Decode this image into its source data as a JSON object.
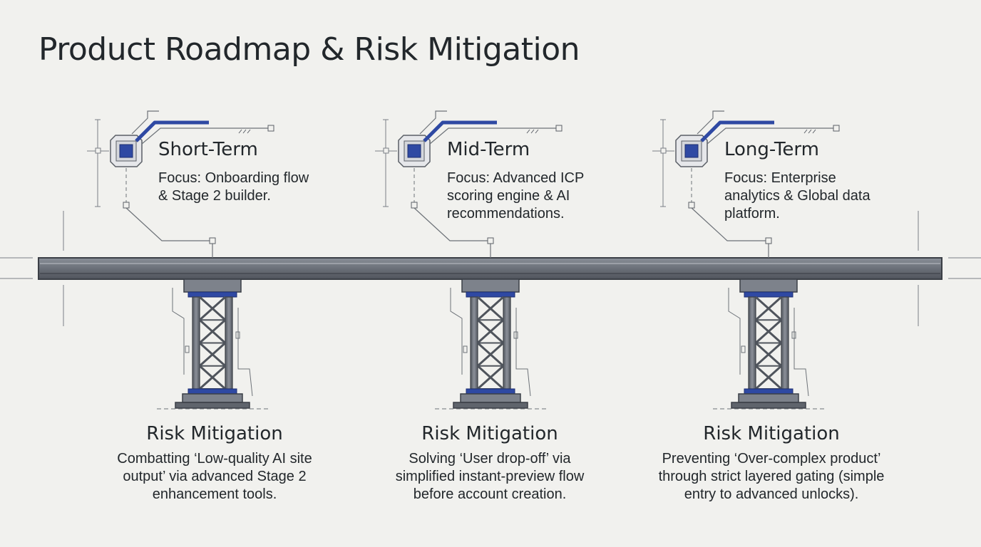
{
  "title": "Product Roadmap & Risk Mitigation",
  "colors": {
    "background": "#f1f1ee",
    "steel": "#6b7079",
    "steel_dark": "#3b3f46",
    "accent_blue": "#2f49a3",
    "text": "#22272b"
  },
  "phases": [
    {
      "title": "Short-Term",
      "focus_lines": [
        "Focus: Onboarding flow",
        "& Stage 2 builder."
      ],
      "risk_title": "Risk Mitigation",
      "risk_lines": [
        "Combatting ‘Low-quality AI site",
        "output’ via advanced Stage 2",
        "enhancement tools."
      ]
    },
    {
      "title": "Mid-Term",
      "focus_lines": [
        "Focus: Advanced ICP",
        "scoring engine & AI",
        "recommendations."
      ],
      "risk_title": "Risk Mitigation",
      "risk_lines": [
        "Solving ‘User drop-off’ via",
        "simplified instant-preview flow",
        "before account creation."
      ]
    },
    {
      "title": "Long-Term",
      "focus_lines": [
        "Focus: Enterprise",
        "analytics & Global data",
        "platform."
      ],
      "risk_title": "Risk Mitigation",
      "risk_lines": [
        "Preventing ‘Over-complex product’",
        "through strict layered gating (simple",
        "entry to advanced unlocks)."
      ]
    }
  ]
}
